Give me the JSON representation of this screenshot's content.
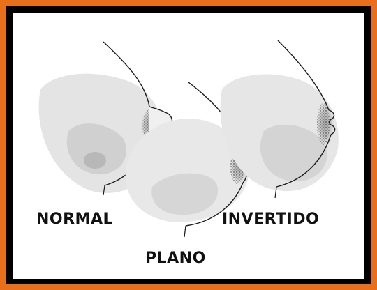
{
  "labels": {
    "normal": "NORMAL",
    "plano": "PLANO",
    "invertido": "INVERTIDO"
  },
  "colors": {
    "frame_accent": "#e8701c",
    "frame_dark": "#000000",
    "shading": "#d9d9d9",
    "line": "#1a1a1a"
  }
}
